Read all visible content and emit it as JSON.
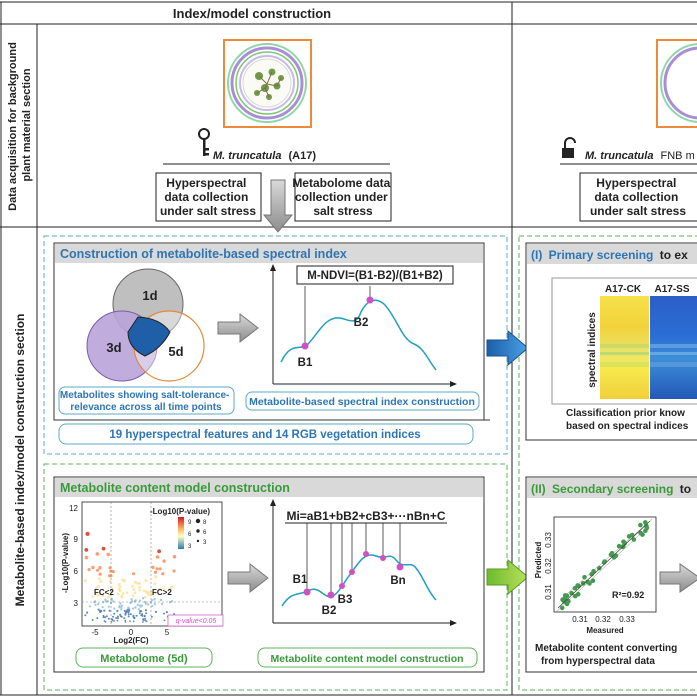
{
  "headers": {
    "col1": "Index/model construction",
    "row1": [
      "Data acquisition for background",
      "plant material section"
    ],
    "row2": "Metabolite-based index/model construction section"
  },
  "plants": {
    "a17_prefix": "M. truncatula",
    "a17_suffix": "(A17)",
    "fnb_prefix": "M. truncatula",
    "fnb_suffix": "FNB m"
  },
  "boxes": {
    "hyper_left": [
      "Hyperspectral",
      "data collection",
      "under salt stress"
    ],
    "metab_left": [
      "Metabolome data",
      "collection under",
      "salt stress"
    ],
    "hyper_right": [
      "Hyperspectral",
      "data collection",
      "under salt stress"
    ]
  },
  "index_panel": {
    "title": "Construction of metabolite-based spectral index",
    "venn": {
      "top": "1d",
      "left": "3d",
      "right": "5d"
    },
    "venn_caption": [
      "Metabolites showing salt-tolerance-",
      "relevance across all time points"
    ],
    "formula": "M-NDVI=(B1-B2)/(B1+B2)",
    "b1": "B1",
    "b2": "B2",
    "curve_caption": "Metabolite-based spectral index construction",
    "features": "19 hyperspectral features and 14  RGB vegetation indices"
  },
  "primary": {
    "title_num": "(I)",
    "title_blue": "Primary screening",
    "title_rest": "to ex",
    "col_a": "A17-CK",
    "col_b": "A17-SS",
    "y_label": "spectral  indices",
    "caption": [
      "Classification prior know",
      "based on spectral  indices"
    ]
  },
  "model_panel": {
    "title": "Metabolite content model construction",
    "volcano": {
      "y_title": "-Log10(P-value)",
      "x_title": "Log2(FC)",
      "legend_title": "-Log10(P-value)",
      "yticks": [
        "12",
        "9",
        "6",
        "3"
      ],
      "xticks": [
        "-5",
        "0",
        "5"
      ],
      "fc_left": "FC<2",
      "fc_right": "FC>2",
      "qvalue": "q-value<0.05",
      "color_ticks": [
        "9",
        "6",
        "3"
      ],
      "size_ticks": [
        "8",
        "6",
        "3"
      ]
    },
    "metabolome": "Metabolome (5d)",
    "formula": "Mi=aB1+bB2+cB3+···nBn+C",
    "bands": [
      "B1",
      "B2",
      "B3",
      "Bn"
    ],
    "curve_caption": "Metabolite content model construction"
  },
  "secondary": {
    "title_num": "(II)",
    "title_green": "Secondary screening",
    "title_rest": "to",
    "y_label": "Predicted",
    "x_label": "Measured",
    "yticks": [
      "0.33",
      "0.32",
      "0.31"
    ],
    "xticks": [
      "0.31",
      "0.32",
      "0.33"
    ],
    "r2": "R²=0.92",
    "caption": [
      "Metabolite content converting",
      "from hyperspectral data"
    ]
  },
  "colors": {
    "blue_title": "#2e75b6",
    "green_title": "#3a9a3a",
    "gray": "#aaaaaa",
    "teal": "#1f9fbf"
  }
}
